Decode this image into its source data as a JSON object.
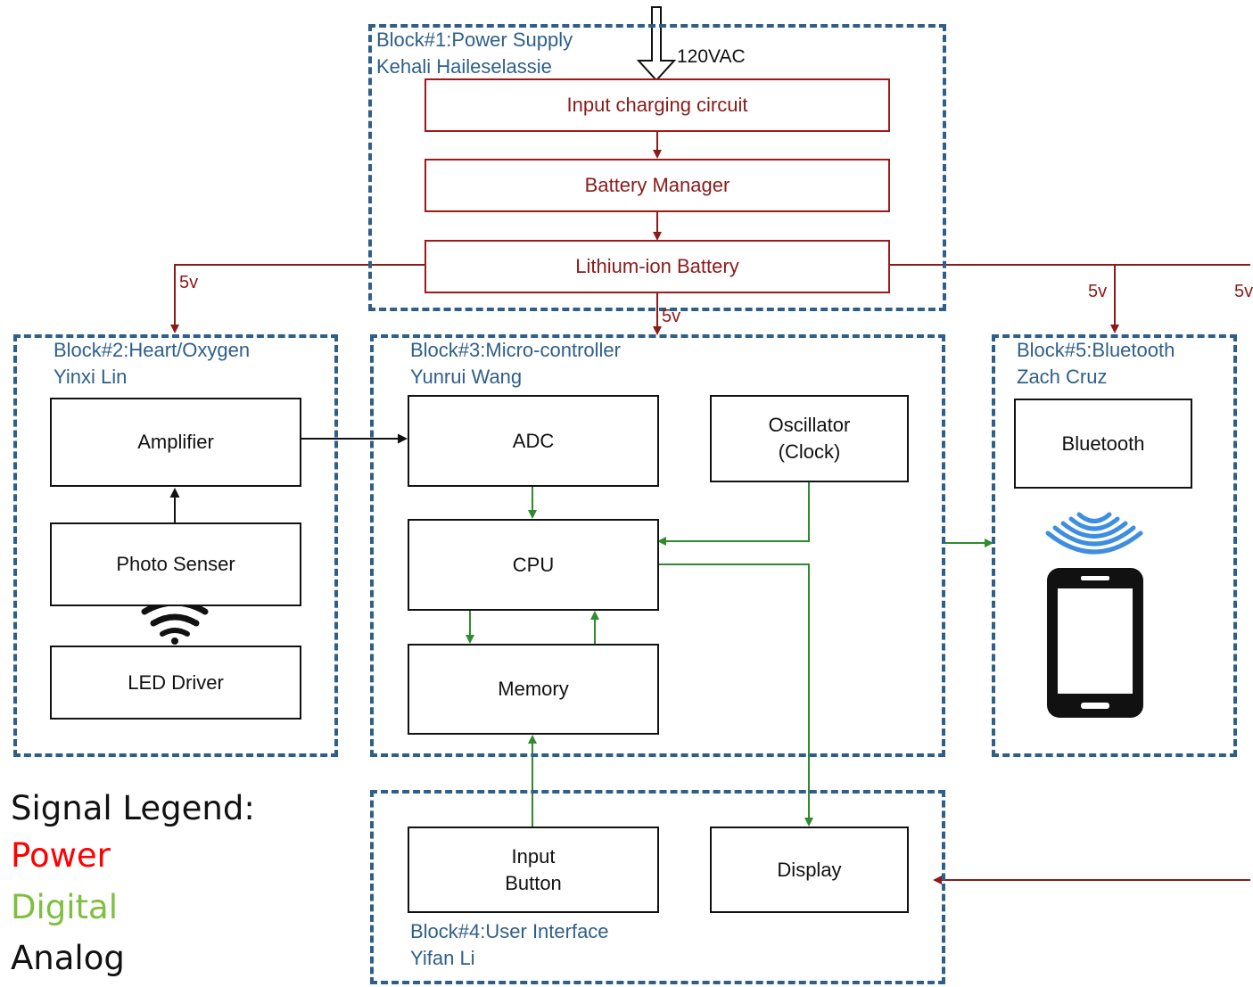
{
  "colors": {
    "power": "#8b1a1a",
    "digital": "#2e8b2e",
    "analog": "#111111",
    "group_border": "#2e5f8a",
    "legend_power": "#ff0000",
    "legend_digital": "#7fbf3f"
  },
  "blocks": {
    "b1": {
      "title": "Block#1:Power Supply",
      "owner": "Kehali Haileselassie"
    },
    "b2": {
      "title": "Block#2:Heart/Oxygen",
      "owner": "Yinxi Lin"
    },
    "b3": {
      "title": "Block#3:Micro-controller",
      "owner": "Yunrui Wang"
    },
    "b4": {
      "title": "Block#4:User Interface",
      "owner": "Yifan Li"
    },
    "b5": {
      "title": "Block#5:Bluetooth",
      "owner": "Zach Cruz"
    }
  },
  "components": {
    "input_charging": "Input charging circuit",
    "battery_manager": "Battery Manager",
    "lithium_battery": "Lithium-ion Battery",
    "amplifier": "Amplifier",
    "photo_senser": "Photo Senser",
    "led_driver": "LED Driver",
    "adc": "ADC",
    "oscillator_line1": "Oscillator",
    "oscillator_line2": "(Clock)",
    "cpu": "CPU",
    "memory": "Memory",
    "input_button_line1": "Input",
    "input_button_line2": "Button",
    "display": "Display",
    "bluetooth": "Bluetooth"
  },
  "labels": {
    "vac": "120VAC",
    "v5_left": "5v",
    "v5_center": "5v",
    "v5_right": "5v",
    "v5_far_right": "5v"
  },
  "icons": [
    "wifi-signal-icon",
    "bluetooth-waves-icon",
    "smartphone-icon"
  ],
  "legend": {
    "title": "Signal Legend:",
    "power": "Power",
    "digital": "Digital",
    "analog": "Analog"
  }
}
